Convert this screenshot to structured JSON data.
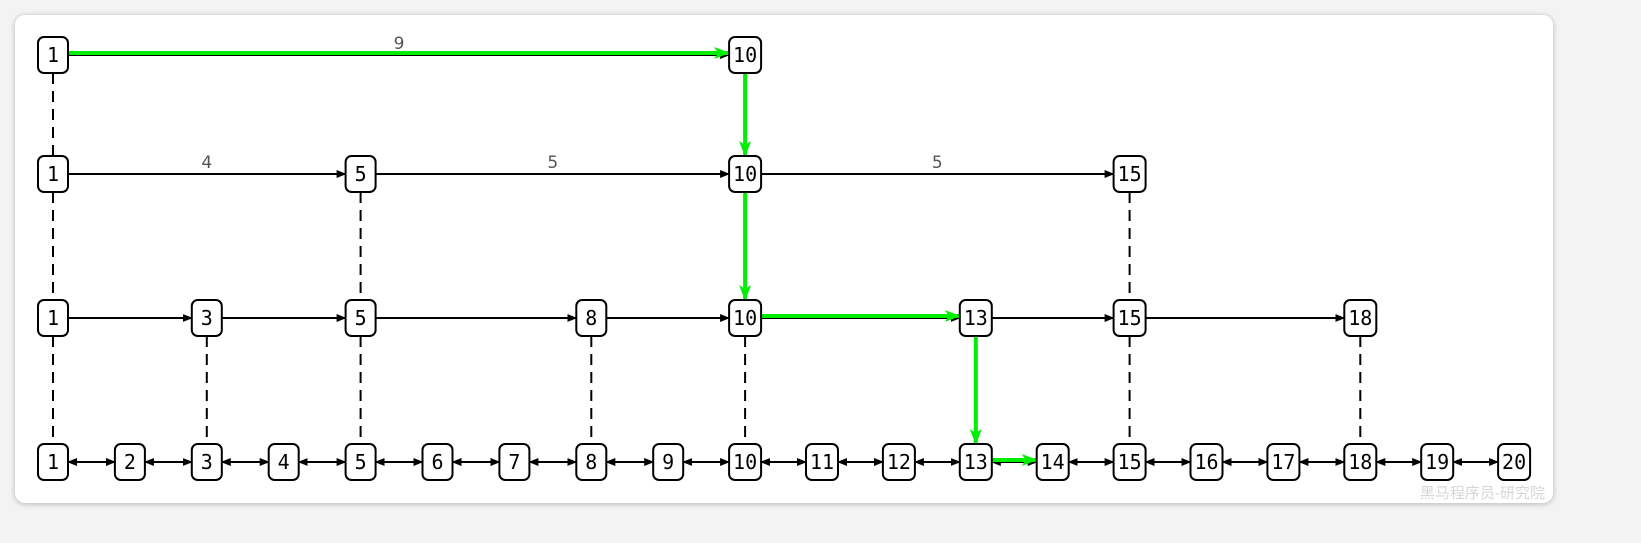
{
  "diagram": {
    "levels": [
      {
        "level": 0,
        "nodes": [
          1,
          2,
          3,
          4,
          5,
          6,
          7,
          8,
          9,
          10,
          11,
          12,
          13,
          14,
          15,
          16,
          17,
          18,
          19,
          20
        ],
        "bidirectional": true,
        "edge_labels": []
      },
      {
        "level": 1,
        "nodes": [
          1,
          3,
          5,
          8,
          10,
          13,
          15,
          18
        ],
        "bidirectional": false,
        "edge_labels": []
      },
      {
        "level": 2,
        "nodes": [
          1,
          5,
          10,
          15
        ],
        "bidirectional": false,
        "edge_labels": [
          "4",
          "5",
          "5"
        ]
      },
      {
        "level": 3,
        "nodes": [
          1,
          10
        ],
        "bidirectional": false,
        "edge_labels": [
          "9"
        ]
      }
    ],
    "highlight_path": [
      {
        "from": [
          3,
          1
        ],
        "to": [
          3,
          10
        ]
      },
      {
        "from": [
          3,
          10
        ],
        "to": [
          2,
          10
        ]
      },
      {
        "from": [
          2,
          10
        ],
        "to": [
          1,
          10
        ]
      },
      {
        "from": [
          1,
          10
        ],
        "to": [
          1,
          13
        ]
      },
      {
        "from": [
          1,
          13
        ],
        "to": [
          0,
          13
        ]
      },
      {
        "from": [
          0,
          13
        ],
        "to": [
          0,
          14
        ]
      }
    ],
    "colors": {
      "highlight": "#00ee00",
      "edge": "#000000",
      "label": "#555555"
    }
  },
  "watermark": "黑马程序员-研究院"
}
